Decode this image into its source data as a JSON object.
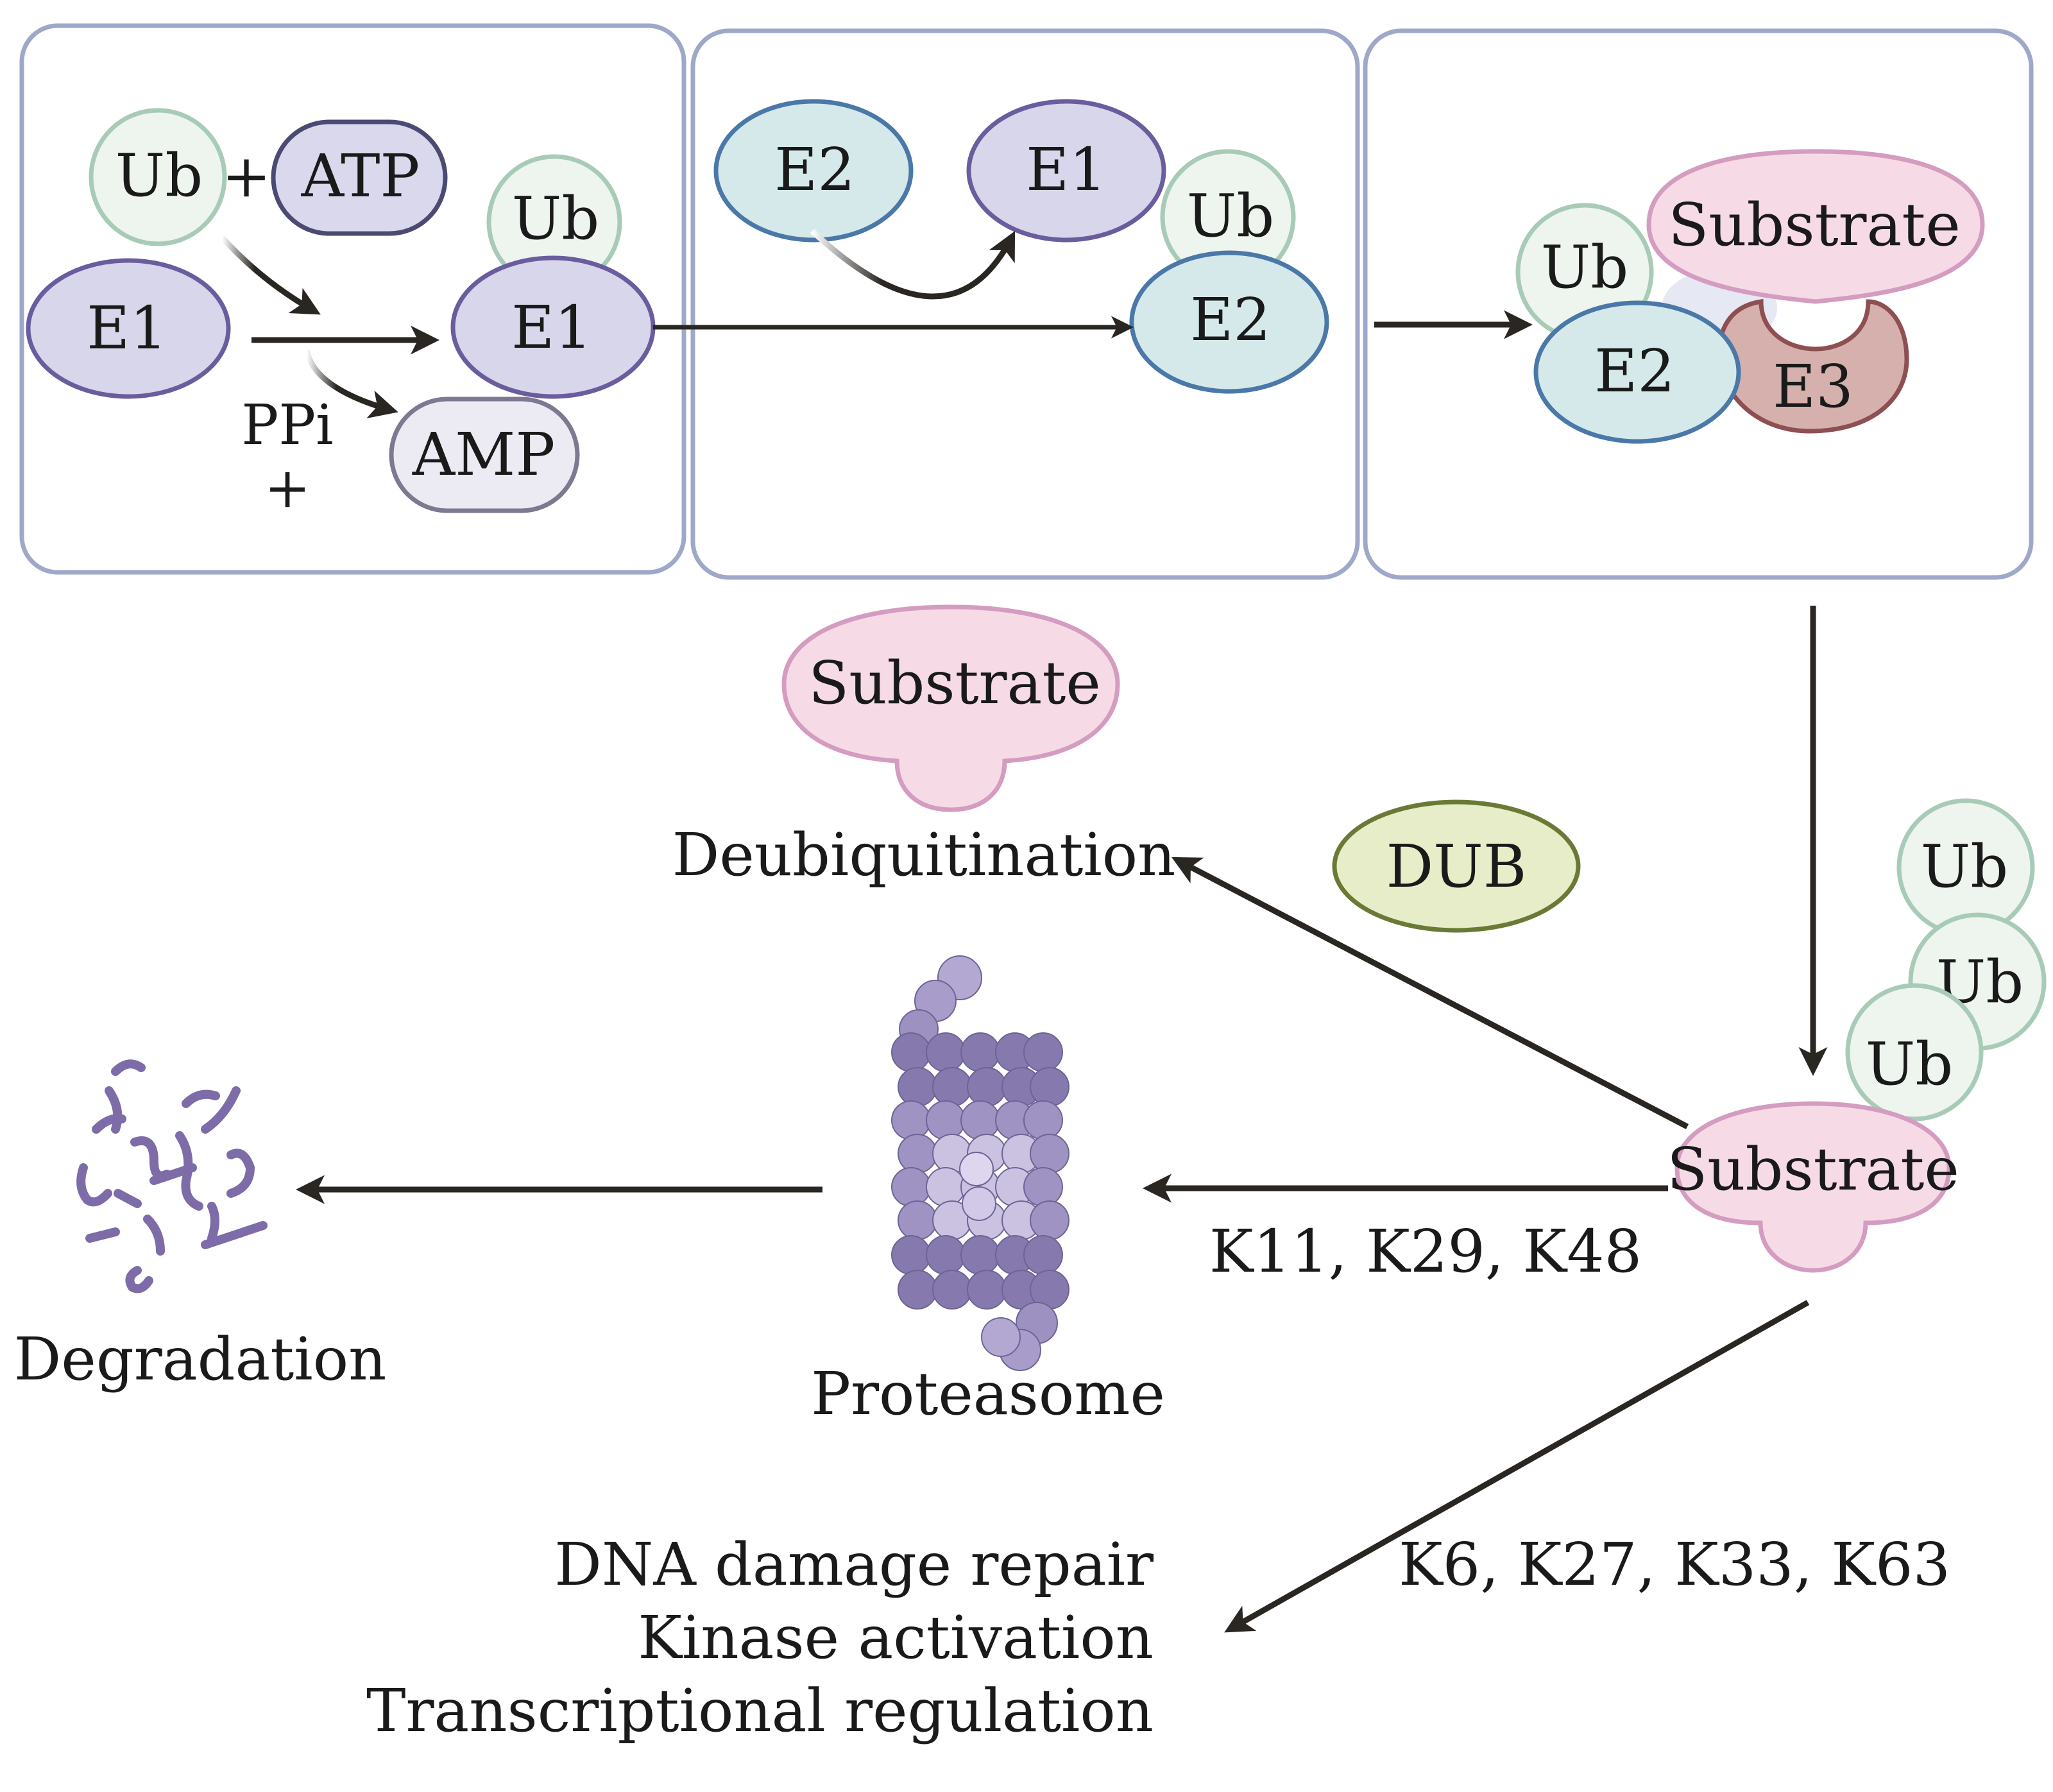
{
  "palette": {
    "panel_border": "#9ea8c8",
    "ub_fill": "#eef5ee",
    "ub_stroke": "#a8cbb8",
    "e1_fill": "#d8d6ea",
    "e1_stroke": "#6a5d9e",
    "atp_fill": "#d9d8ed",
    "atp_stroke": "#4a4a72",
    "amp_fill": "#ecebf3",
    "amp_stroke": "#7e7891",
    "e2_fill": "#d6e9ea",
    "e2_stroke": "#4a78a8",
    "e3_fill": "#d6b0ad",
    "e3_stroke": "#8e4f52",
    "substrate_fill": "#f6dbe6",
    "substrate_stroke": "#d49cc0",
    "dub_fill": "#e6edc8",
    "dub_stroke": "#6a7a36",
    "arrow": "#2a2622",
    "proteasome_dark": "#8d82b1",
    "proteasome_light": "#cbc2e2",
    "fragments": "#7d6ca8"
  },
  "panel1": {
    "ub": "Ub",
    "plus": "+",
    "atp": "ATP",
    "e1_left": "E1",
    "ub_bound": "Ub",
    "e1_right": "E1",
    "ppi": "PPi",
    "plus2": "+",
    "amp": "AMP"
  },
  "panel2": {
    "e2_left": "E2",
    "e1": "E1",
    "ub": "Ub",
    "e2_right": "E2"
  },
  "panel3": {
    "ub": "Ub",
    "substrate": "Substrate",
    "e2": "E2",
    "e3": "E3"
  },
  "bottom": {
    "substrate_top": "Substrate",
    "deubiquitination": "Deubiquitination",
    "dub": "DUB",
    "ub1": "Ub",
    "ub2": "Ub",
    "ub3": "Ub",
    "substrate_main": "Substrate",
    "k_proteasome": "K11, K29, K48",
    "proteasome": "Proteasome",
    "degradation": "Degradation",
    "k_other": "K6, K27, K33, K63",
    "outcome1": "DNA damage repair",
    "outcome2": "Kinase activation",
    "outcome3": "Transcriptional regulation"
  }
}
